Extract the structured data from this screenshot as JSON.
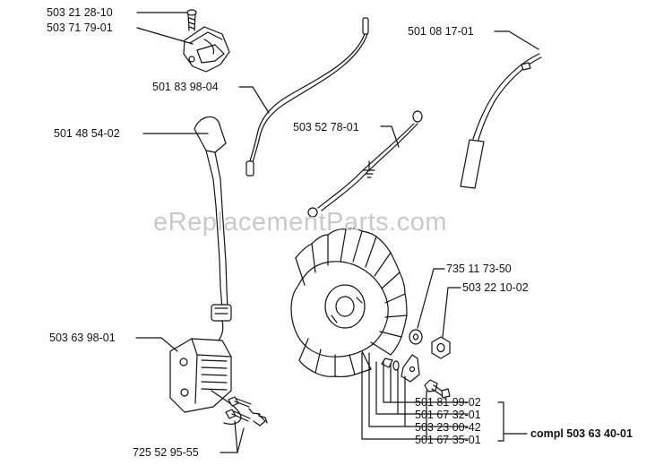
{
  "diagram": {
    "watermark": "eReplacementParts.com",
    "parts": {
      "screw_top": "503 21 28-10",
      "module_top": "503 71 79-01",
      "wire_long": "501 83 98-04",
      "spark_plug_cap": "501 48 54-02",
      "ignition_module": "503 63 98-01",
      "module_screws": "725 52 95-55",
      "fuel_line": "501 08 17-01",
      "ground_wire": "503 52 78-01",
      "washer": "735 11 73-50",
      "nut": "503 22 10-02",
      "key": "501 81 99-02",
      "pawl": "501 67 32-01",
      "spring": "503 23 00-42",
      "pawl_screw": "501 67 35-01",
      "flywheel_kit": "compl 503 63 40-01"
    }
  }
}
